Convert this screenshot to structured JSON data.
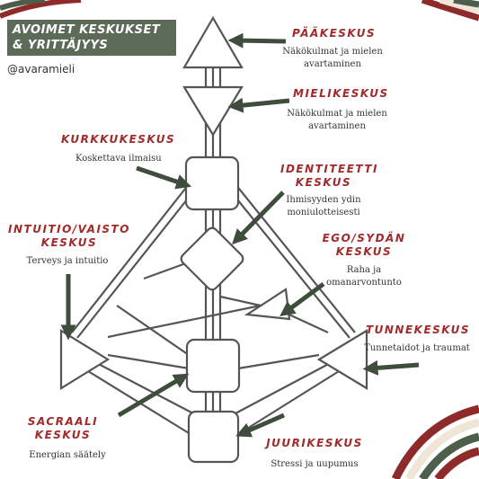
{
  "title": "AVOIMET KESKUKSET & YRITTÄJYYS",
  "handle": "@avaramieli",
  "colors": {
    "accent": "#a12b2b",
    "arrow": "#3f4e3c",
    "banner": "#5b6b58",
    "stripe_red": "#8e2a2a",
    "stripe_green": "#4d5e4a",
    "stripe_cream": "#efe6d8"
  },
  "centers": {
    "paa": {
      "title": "PÄÄKESKUS",
      "desc": [
        "Näkökulmat ja mielen",
        "avartaminen"
      ]
    },
    "mieli": {
      "title": "MIELIKESKUS",
      "desc": [
        "Näkökulmat ja mielen",
        "avartaminen"
      ]
    },
    "kurkku": {
      "title": "KURKKUKESKUS",
      "desc": [
        "Koskettava ilmaisu"
      ]
    },
    "identiteetti": {
      "title": [
        "IDENTITEETTI",
        "KESKUS"
      ],
      "desc": [
        "Ihmisyyden ydin",
        "moniulotteisesti"
      ]
    },
    "intuitio": {
      "title": [
        "INTUITIO/VAISTO",
        "KESKUS"
      ],
      "desc": [
        "Terveys ja intuitio"
      ]
    },
    "ego": {
      "title": [
        "EGO/SYDÄN",
        "KESKUS"
      ],
      "desc": [
        "Raha ja",
        "omanarvontunto"
      ]
    },
    "tunne": {
      "title": "TUNNEKESKUS",
      "desc": [
        "Tunnetaidot ja traumat"
      ]
    },
    "sacraali": {
      "title": [
        "SACRAALI",
        "KESKUS"
      ],
      "desc": [
        "Energian säätely"
      ]
    },
    "juuri": {
      "title": "JUURIKESKUS",
      "desc": [
        "Stressi ja uupumus"
      ]
    }
  }
}
